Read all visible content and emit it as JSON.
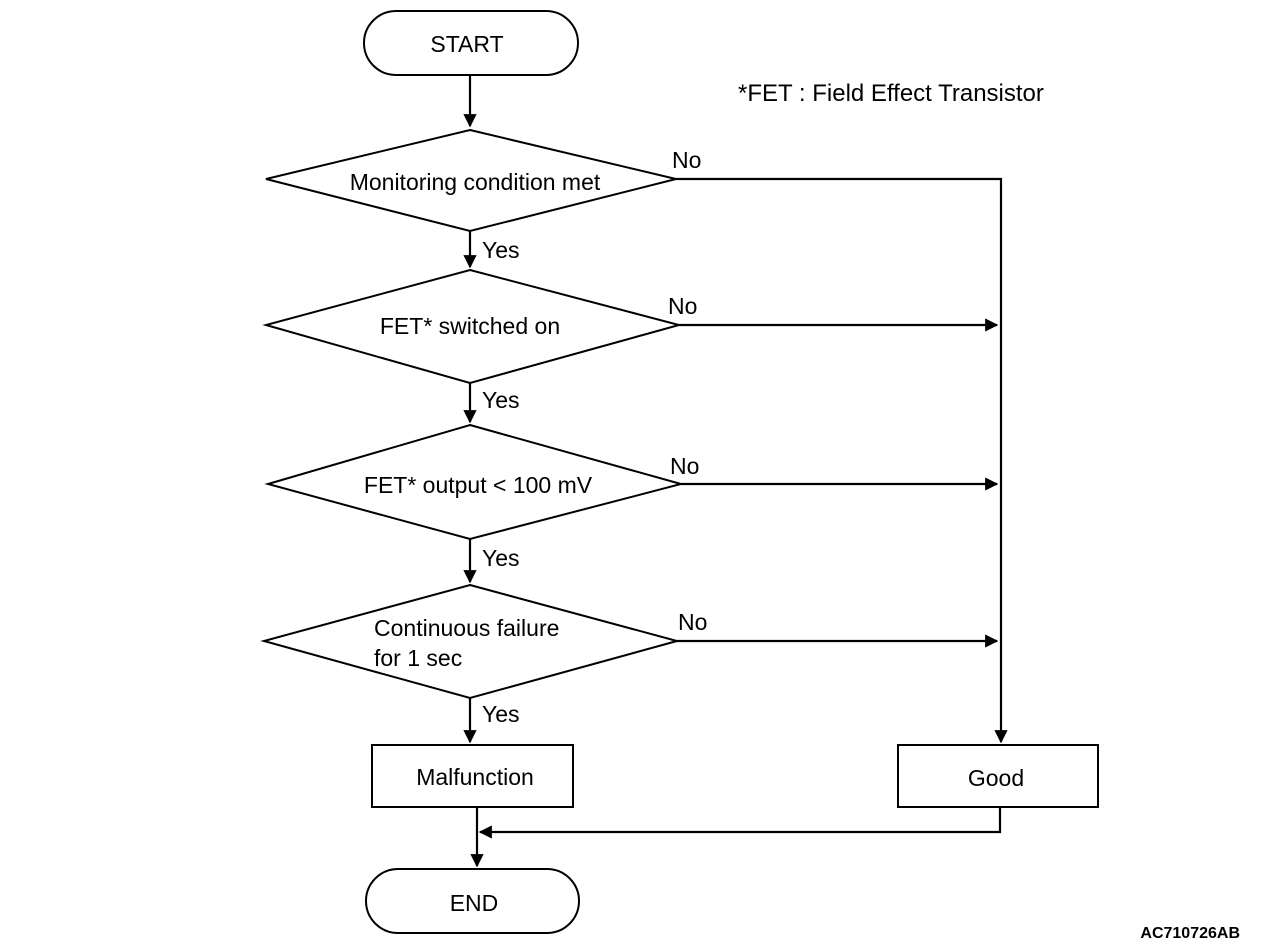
{
  "footnote": "*FET : Field Effect Transistor",
  "figure_code": "AC710726AB",
  "nodes": {
    "start": "START",
    "decision_1": "Monitoring condition met",
    "decision_2": "FET* switched on",
    "decision_3": "FET* output < 100 mV",
    "decision_4_line_1": "Continuous failure",
    "decision_4_line_2": "for 1 sec",
    "malfunction": "Malfunction",
    "good": "Good",
    "end": "END"
  },
  "labels": {
    "yes": "Yes",
    "no": "No"
  }
}
